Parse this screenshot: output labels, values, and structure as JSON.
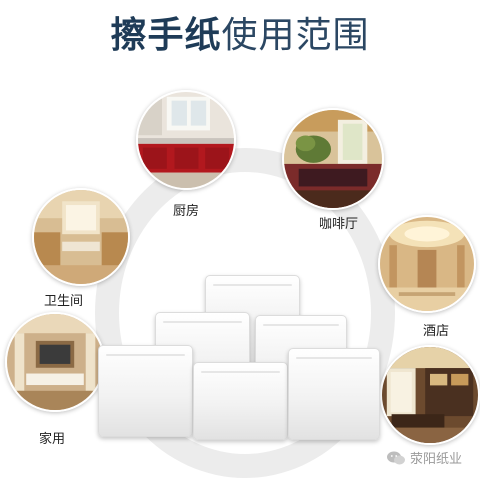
{
  "title": {
    "bold": "擦手纸",
    "light": "使用范围"
  },
  "locations": [
    {
      "id": "kitchen",
      "label": "厨房"
    },
    {
      "id": "cafe",
      "label": "咖啡厅"
    },
    {
      "id": "bathroom",
      "label": "卫生间"
    },
    {
      "id": "hotel",
      "label": "酒店"
    },
    {
      "id": "home",
      "label": "家用"
    },
    {
      "id": "office",
      "label": ""
    }
  ],
  "watermark": {
    "icon": "wechat-icon",
    "text": "荥阳纸业"
  },
  "colors": {
    "title": "#1e3b57",
    "arc": "#ececec"
  }
}
